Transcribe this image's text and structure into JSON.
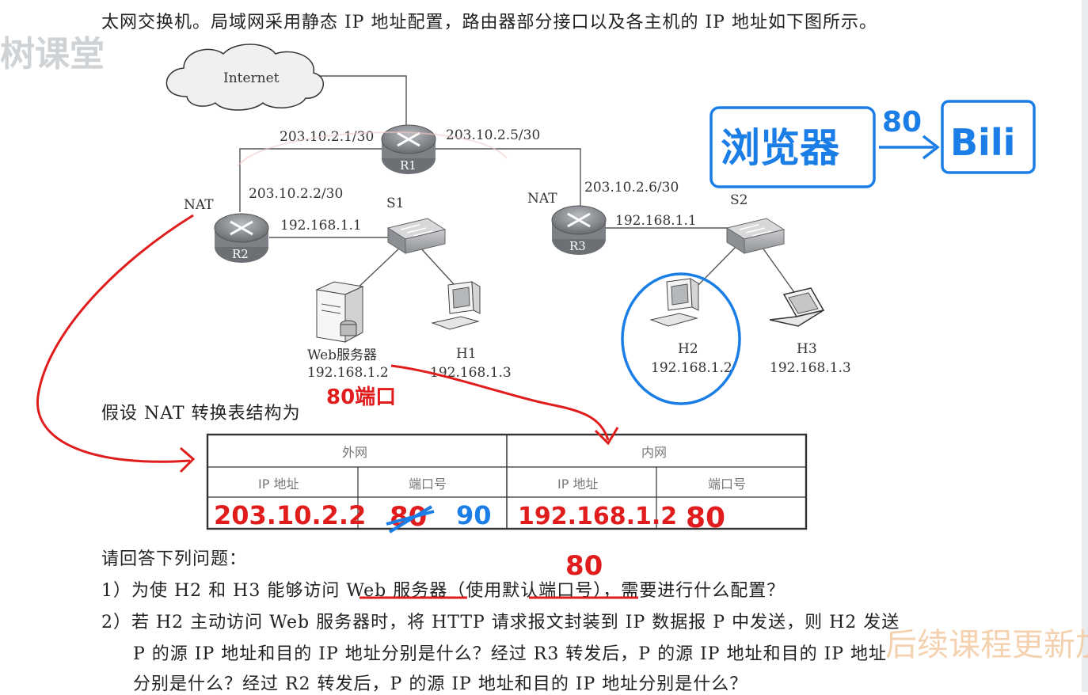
{
  "text": {
    "intro": "太网交换机。局域网采用静态 IP 地址配置，路由器部分接口以及各主机的 IP 地址如下图所示。",
    "assume": "假设 NAT 转换表结构为",
    "questions_heading": "请回答下列问题：",
    "q1": "1）为使 H2 和 H3 能够访问 Web 服务器（使用默认端口号），需要进行什么配置？",
    "q2_line1": "2）若 H2 主动访问 Web 服务器时，将 HTTP 请求报文封装到 IP 数据报 P 中发送，则 H2 发送",
    "q2_line2": "P 的源 IP 地址和目的 IP 地址分别是什么？经过 R3 转发后，P 的源 IP 地址和目的 IP 地址",
    "q2_line3": "分别是什么？经过 R2 转发后，P 的源 IP 地址和目的 IP 地址分别是什么？"
  },
  "watermarks": {
    "left": "树课堂",
    "right": "后续课程更新加"
  },
  "diagram": {
    "internet": "Internet",
    "r1": "R1",
    "r2": "R2",
    "r3": "R3",
    "s1": "S1",
    "s2": "S2",
    "nat_left": "NAT",
    "nat_right": "NAT",
    "r1_left_ip": "203.10.2.1/30",
    "r1_right_ip": "203.10.2.5/30",
    "r2_wan_ip": "203.10.2.2/30",
    "r2_lan_ip": "192.168.1.1",
    "r3_wan_ip": "203.10.2.6/30",
    "r3_lan_ip": "192.168.1.1",
    "web_server_label": "Web服务器",
    "web_server_ip": "192.168.1.2",
    "h1_label": "H1",
    "h1_ip": "192.168.1.3",
    "h2_label": "H2",
    "h2_ip": "192.168.1.2",
    "h3_label": "H3",
    "h3_ip": "192.168.1.3"
  },
  "nat_table": {
    "outer": "外网",
    "inner": "内网",
    "ip_header": "IP 地址",
    "port_header": "端口号"
  },
  "annotations": {
    "port80_note": "80端口",
    "outer_ip": "203.10.2.2",
    "outer_port_crossed": "80",
    "outer_port_new": "90",
    "inner_ip": "192.168.1.2",
    "inner_port": "80",
    "above_default_port": "80",
    "browser": "浏览器",
    "browser_port": "80",
    "bili": "Bili"
  },
  "colors": {
    "red_ink": "#e01c1c",
    "blue_ink": "#1a7ee6",
    "router_gray": "#8a8d91"
  }
}
